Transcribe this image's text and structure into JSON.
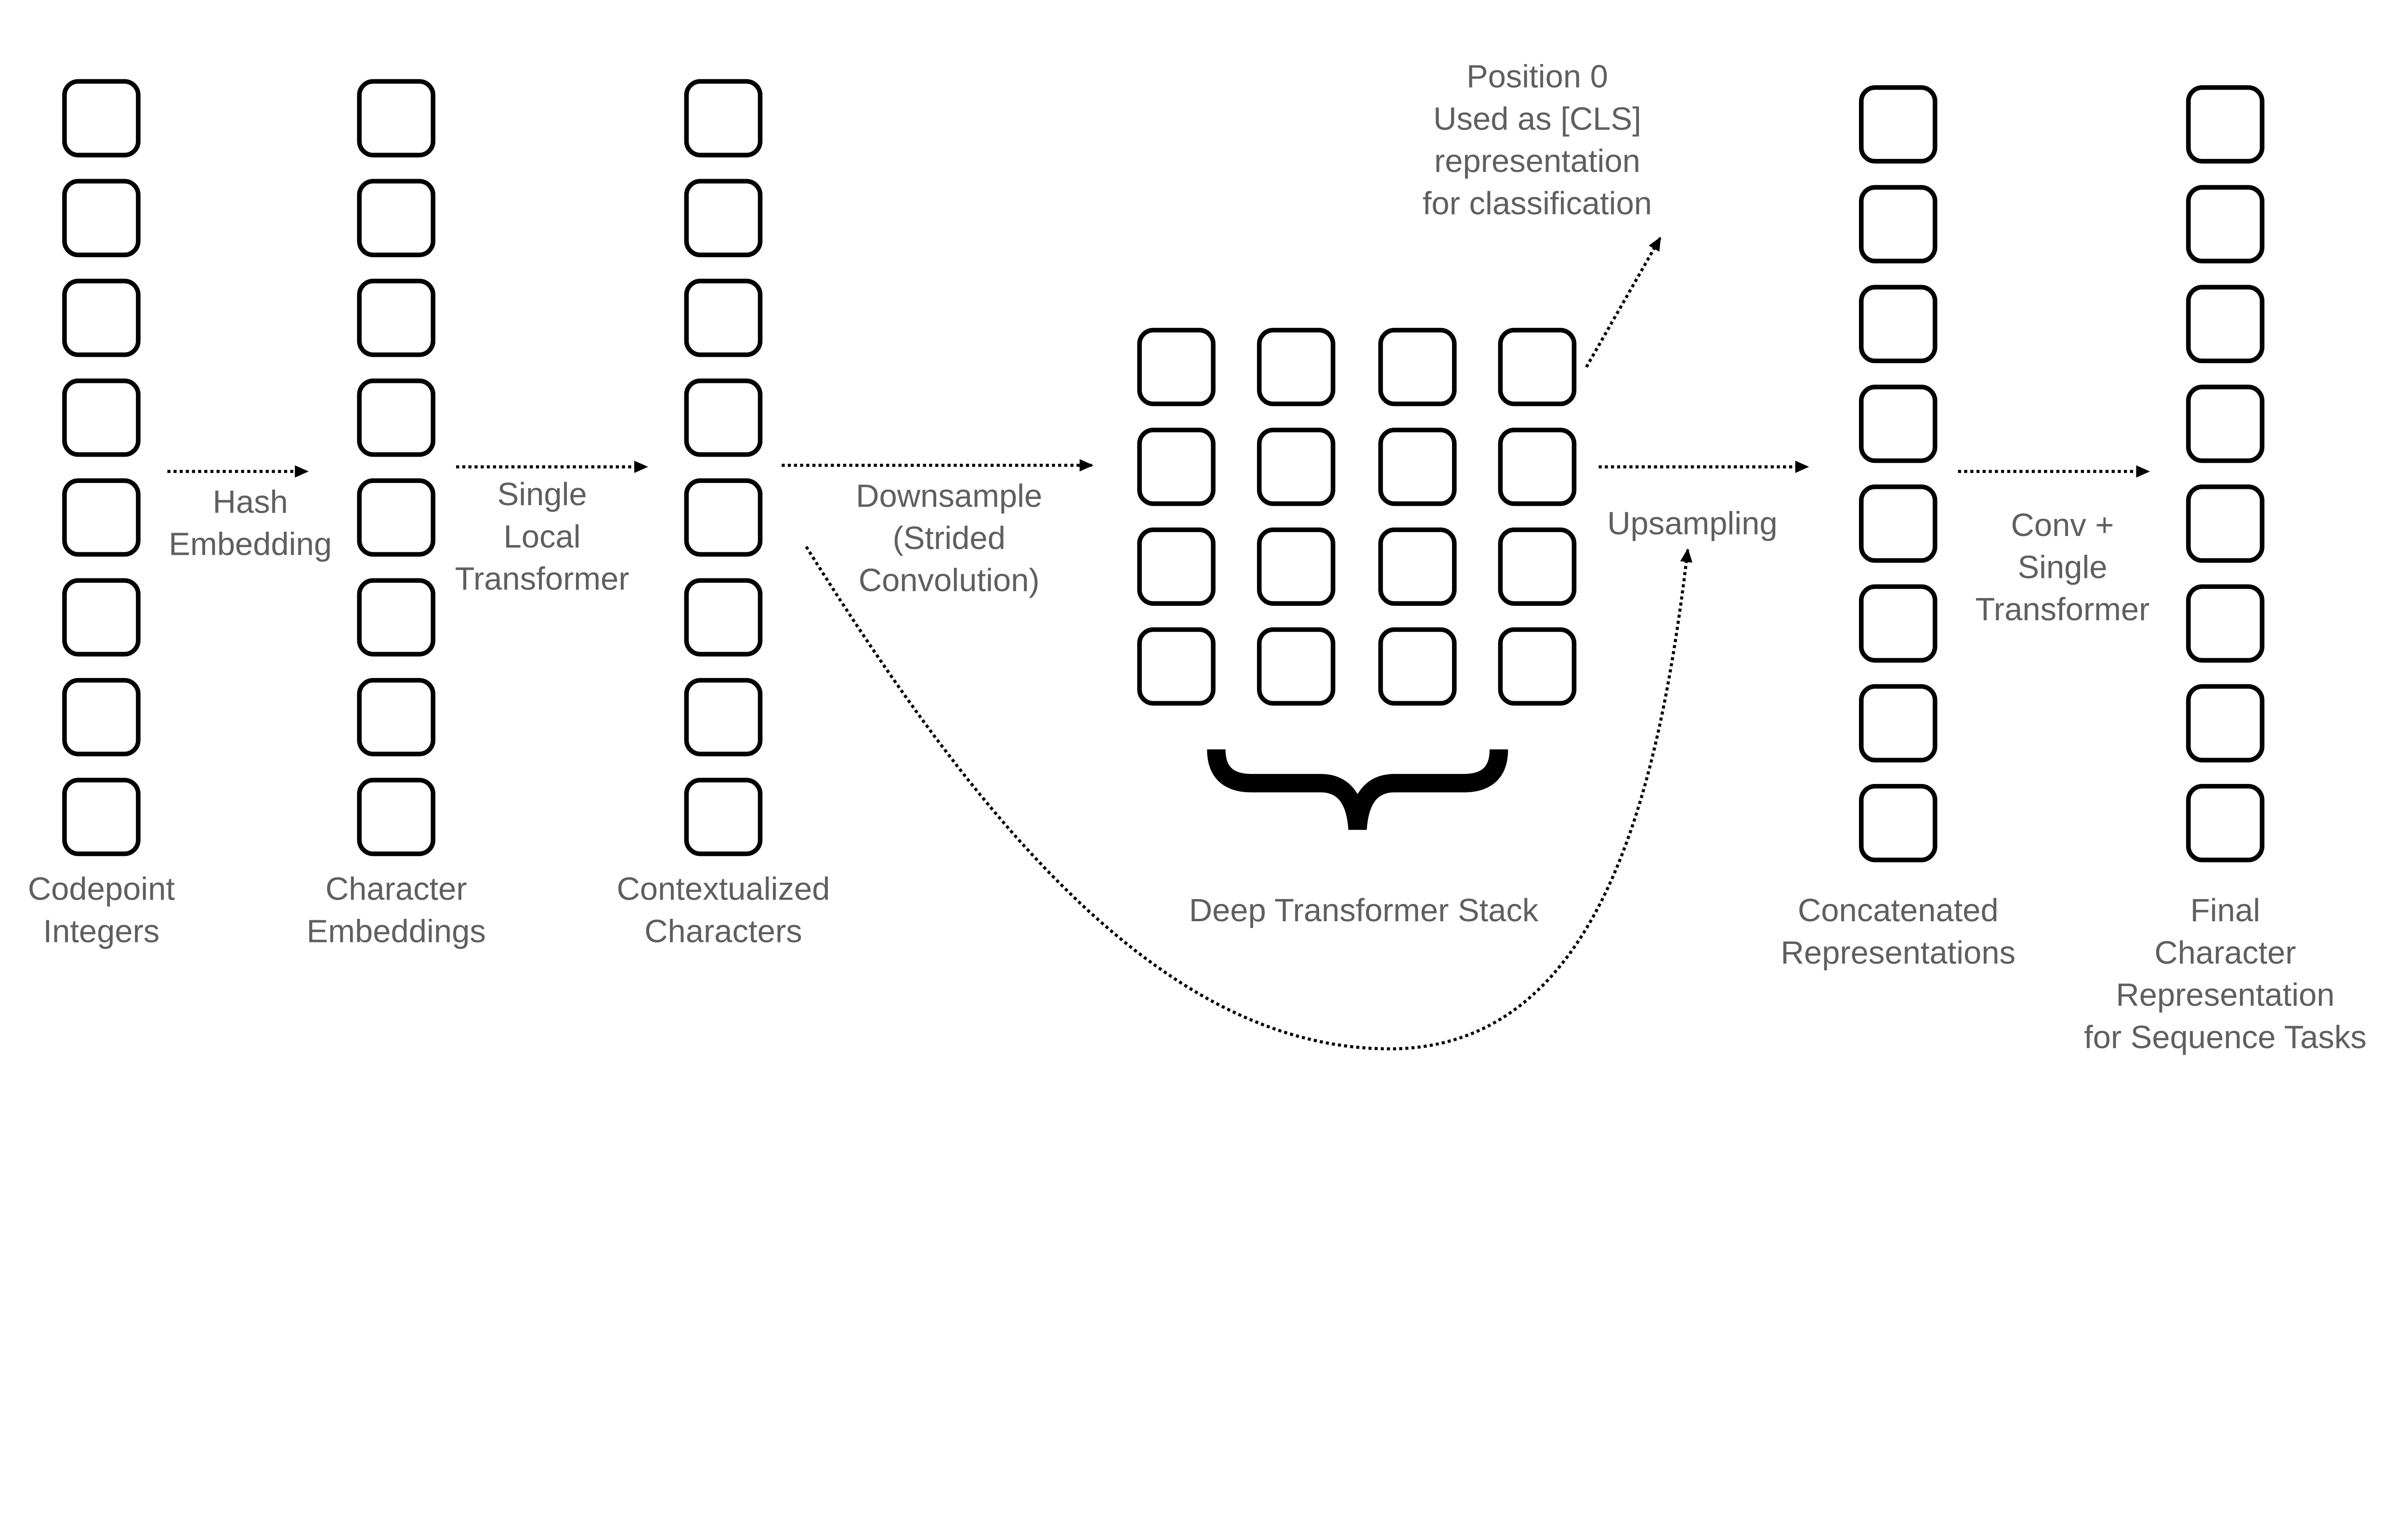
{
  "columns": [
    {
      "label": [
        "Codepoint",
        "Integers"
      ]
    },
    {
      "label": [
        "Character",
        "Embeddings"
      ]
    },
    {
      "label": [
        "Contextualized",
        "Characters"
      ]
    },
    {
      "label": [
        "Concatenated",
        "Representations"
      ]
    },
    {
      "label": [
        "Final",
        "Character",
        "Representation",
        "for Sequence Tasks"
      ]
    }
  ],
  "edges": {
    "hash": [
      "Hash",
      "Embedding"
    ],
    "local": [
      "Single",
      "Local",
      "Transformer"
    ],
    "downsample": [
      "Downsample",
      "(Strided",
      "Convolution)"
    ],
    "upsample": [
      "Upsampling"
    ],
    "conv": [
      "Conv +",
      "Single",
      "Transformer"
    ]
  },
  "cls_note": [
    "Position 0",
    "Used as [CLS]",
    "representation",
    "for classification"
  ],
  "deep_stack": "Deep Transformer Stack",
  "colors": {
    "text": "#5f5f5f",
    "stroke": "#000000"
  }
}
